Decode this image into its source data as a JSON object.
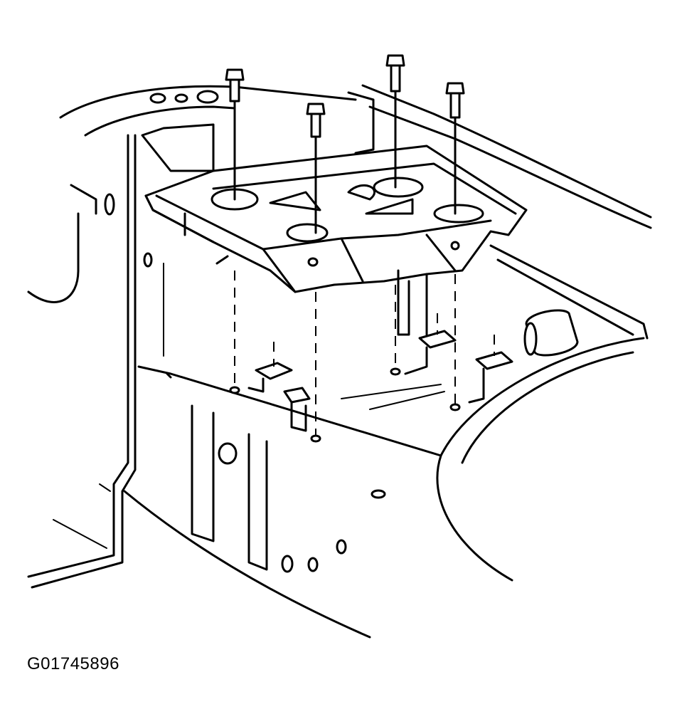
{
  "figure": {
    "id_label": "G01745896"
  },
  "colors": {
    "ink": "#000000",
    "paper": "#ffffff"
  },
  "parts": [
    "bolt",
    "bolt",
    "bolt",
    "bolt",
    "tray",
    "nut-clip",
    "nut-clip",
    "nut-clip",
    "nut-clip"
  ]
}
